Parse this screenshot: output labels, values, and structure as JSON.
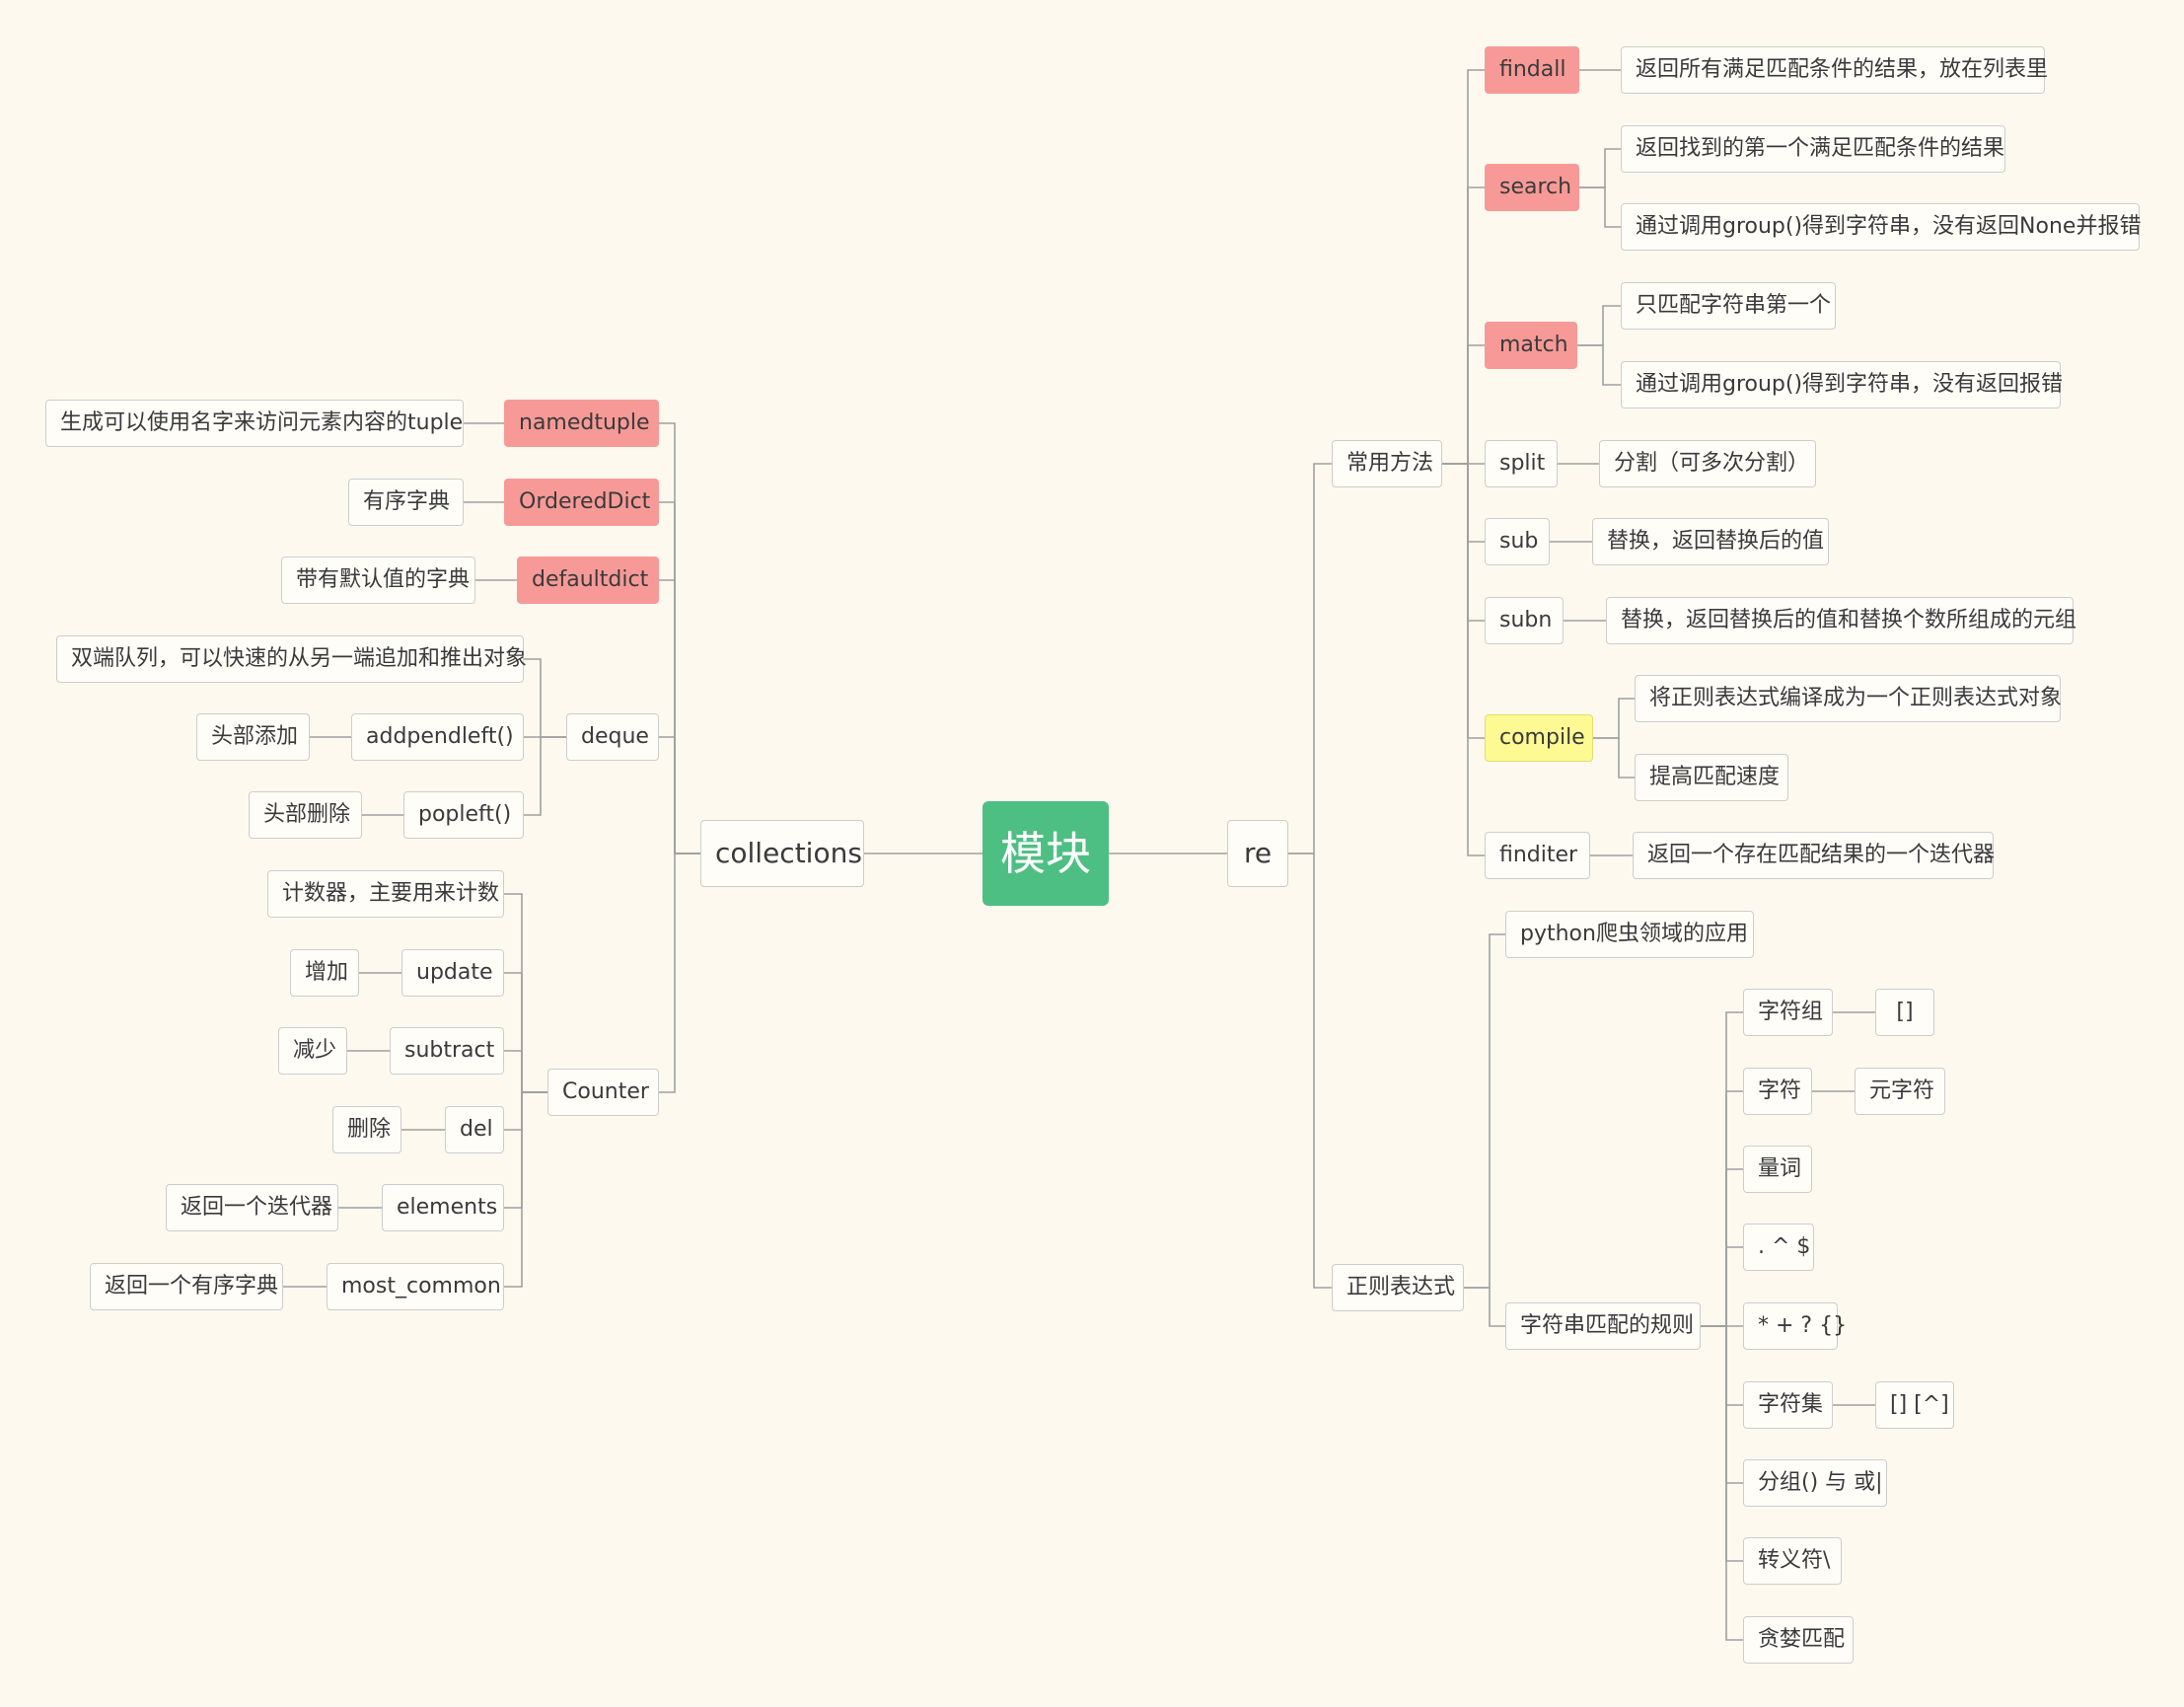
{
  "root": "模块",
  "collections": {
    "label": "collections",
    "namedtuple": {
      "label": "namedtuple",
      "desc": "生成可以使用名字来访问元素内容的tuple"
    },
    "ordereddict": {
      "label": "OrderedDict",
      "desc": "有序字典"
    },
    "defaultdict": {
      "label": "defaultdict",
      "desc": "带有默认值的字典"
    },
    "deque": {
      "label": "deque",
      "desc": "双端队列，可以快速的从另一端追加和推出对象",
      "appendleft": {
        "label": "addpendleft()",
        "desc": "头部添加"
      },
      "popleft": {
        "label": "popleft()",
        "desc": "头部删除"
      }
    },
    "counter": {
      "label": "Counter",
      "desc": "计数器，主要用来计数",
      "update": {
        "label": "update",
        "desc": "增加"
      },
      "subtract": {
        "label": "subtract",
        "desc": "减少"
      },
      "del": {
        "label": "del",
        "desc": "删除"
      },
      "elements": {
        "label": "elements",
        "desc": "返回一个迭代器"
      },
      "most_common": {
        "label": "most_common",
        "desc": "返回一个有序字典"
      }
    }
  },
  "re": {
    "label": "re",
    "methods": {
      "label": "常用方法",
      "findall": {
        "label": "findall",
        "desc": "返回所有满足匹配条件的结果，放在列表里"
      },
      "search": {
        "label": "search",
        "desc1": "返回找到的第一个满足匹配条件的结果",
        "desc2": "通过调用group()得到字符串，没有返回None并报错"
      },
      "match": {
        "label": "match",
        "desc1": "只匹配字符串第一个",
        "desc2": "通过调用group()得到字符串，没有返回报错"
      },
      "split": {
        "label": "split",
        "desc": "分割（可多次分割）"
      },
      "sub": {
        "label": "sub",
        "desc": "替换，返回替换后的值"
      },
      "subn": {
        "label": "subn",
        "desc": "替换，返回替换后的值和替换个数所组成的元组"
      },
      "compile": {
        "label": "compile",
        "desc1": "将正则表达式编译成为一个正则表达式对象",
        "desc2": "提高匹配速度"
      },
      "finditer": {
        "label": "finditer",
        "desc": "返回一个存在匹配结果的一个迭代器"
      }
    },
    "regex": {
      "label": "正则表达式",
      "crawler": "python爬虫领域的应用",
      "rules": {
        "label": "字符串匹配的规则",
        "char_group": {
          "label": "字符组",
          "example": "[]"
        },
        "char": {
          "label": "字符",
          "child": "元字符"
        },
        "quantifier": "量词",
        "anchors": ". ^ $",
        "repeat": "* + ? {}",
        "char_set": {
          "label": "字符集",
          "example": "[] [^]"
        },
        "group_or": "分组() 与 或|",
        "escape": "转义符\\",
        "greedy": "贪婪匹配"
      }
    }
  }
}
